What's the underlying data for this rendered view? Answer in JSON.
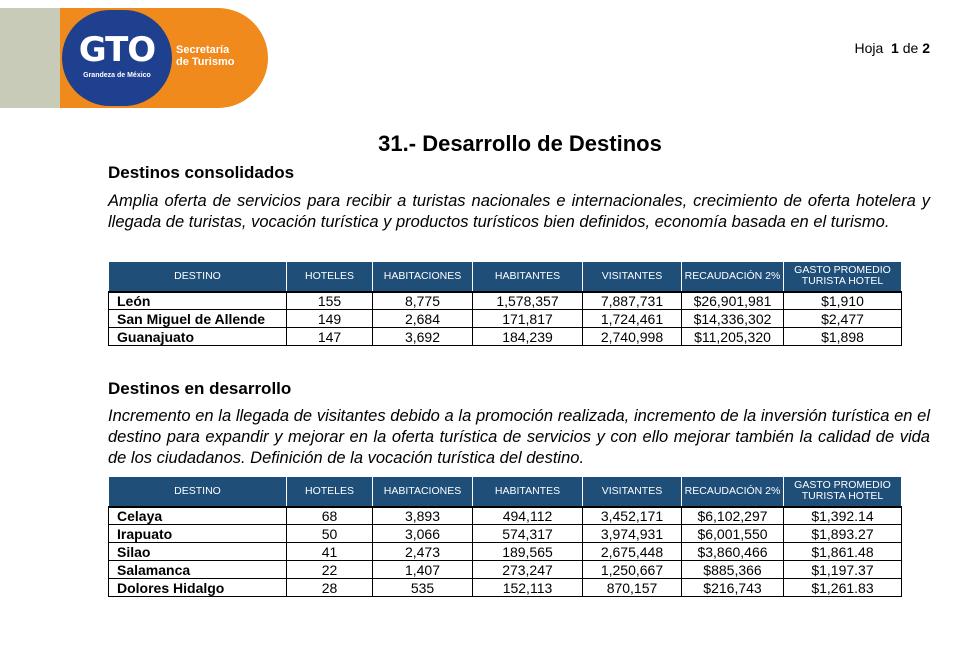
{
  "header": {
    "logo_text": "GTO",
    "logo_sub": "Grandeza de México",
    "secretaria_line1": "Secretaría",
    "secretaria_line2": "de Turismo",
    "page_word": "Hoja",
    "page_current": "1",
    "page_of": "de",
    "page_total": "2"
  },
  "title": "31.- Desarrollo de Destinos",
  "columns": [
    "DESTINO",
    "HOTELES",
    "HABITACIONES",
    "HABITANTES",
    "VISITANTES",
    "RECAUDACIÓN 2%",
    "GASTO PROMEDIO TURISTA HOTEL"
  ],
  "section1": {
    "heading": "Destinos consolidados",
    "paragraph": "Amplia oferta de servicios para recibir a turistas nacionales e internacionales, crecimiento de oferta hotelera y llegada de turistas, vocación turística y productos turísticos bien definidos, economía basada en el turismo.",
    "rows": [
      [
        "León",
        "155",
        "8,775",
        "1,578,357",
        "7,887,731",
        "$26,901,981",
        "$1,910"
      ],
      [
        "San Miguel de Allende",
        "149",
        "2,684",
        "171,817",
        "1,724,461",
        "$14,336,302",
        "$2,477"
      ],
      [
        "Guanajuato",
        "147",
        "3,692",
        "184,239",
        "2,740,998",
        "$11,205,320",
        "$1,898"
      ]
    ]
  },
  "section2": {
    "heading": "Destinos en desarrollo",
    "paragraph": "Incremento en la llegada de visitantes debido a la promoción realizada, incremento de la inversión turística en el destino para expandir y mejorar en la oferta turística de servicios y con ello mejorar también la calidad de vida de los ciudadanos. Definición de la vocación turística del destino.",
    "rows": [
      [
        "Celaya",
        "68",
        "3,893",
        "494,112",
        "3,452,171",
        "$6,102,297",
        "$1,392.14"
      ],
      [
        "Irapuato",
        "50",
        "3,066",
        "574,317",
        "3,974,931",
        "$6,001,550",
        "$1,893.27"
      ],
      [
        "Silao",
        "41",
        "2,473",
        "189,565",
        "2,675,448",
        "$3,860,466",
        "$1,861.48"
      ],
      [
        "Salamanca",
        "22",
        "1,407",
        "273,247",
        "1,250,667",
        "$885,366",
        "$1,197.37"
      ],
      [
        "Dolores Hidalgo",
        "28",
        "535",
        "152,113",
        "870,157",
        "$216,743",
        "$1,261.83"
      ]
    ]
  },
  "colors": {
    "header_fill": "#1f4e79",
    "brand_orange": "#f08a1c",
    "brand_blue": "#1f3f8f"
  }
}
